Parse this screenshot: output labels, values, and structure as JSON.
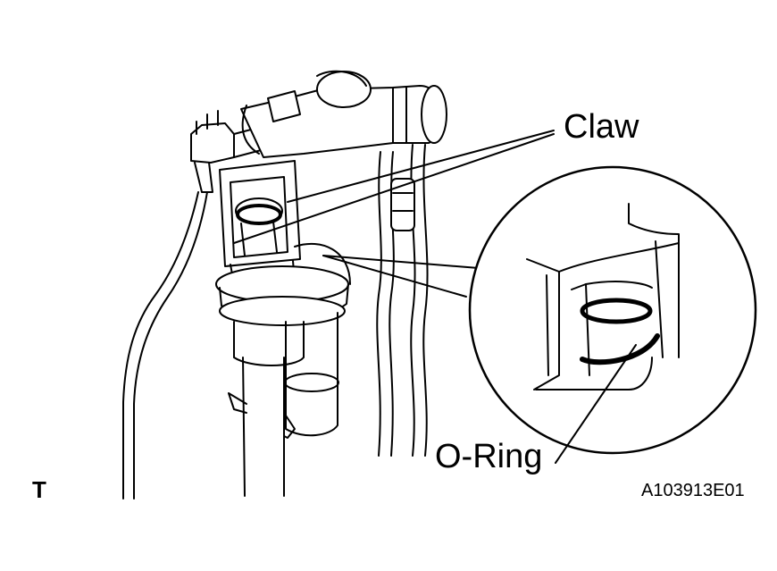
{
  "labels": {
    "claw": "Claw",
    "o_ring": "O-Ring",
    "figure_code": "A103913E01",
    "corner_mark": "T"
  },
  "colors": {
    "line": "#000000",
    "background": "#ffffff"
  }
}
